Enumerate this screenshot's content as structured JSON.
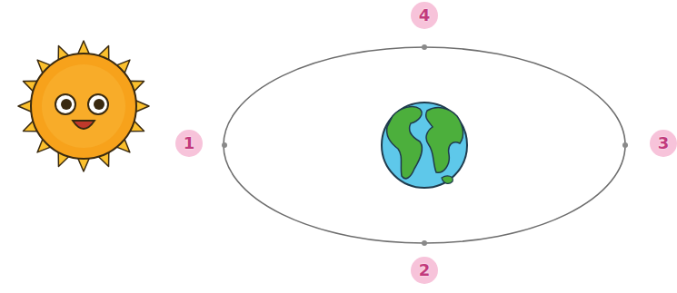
{
  "diagram": {
    "nodes": [
      {
        "text": [
          "4"
        ]
      },
      {
        "text": [
          "1"
        ]
      },
      {
        "text": [
          "3"
        ]
      },
      {
        "text": [
          "2"
        ]
      }
    ]
  }
}
